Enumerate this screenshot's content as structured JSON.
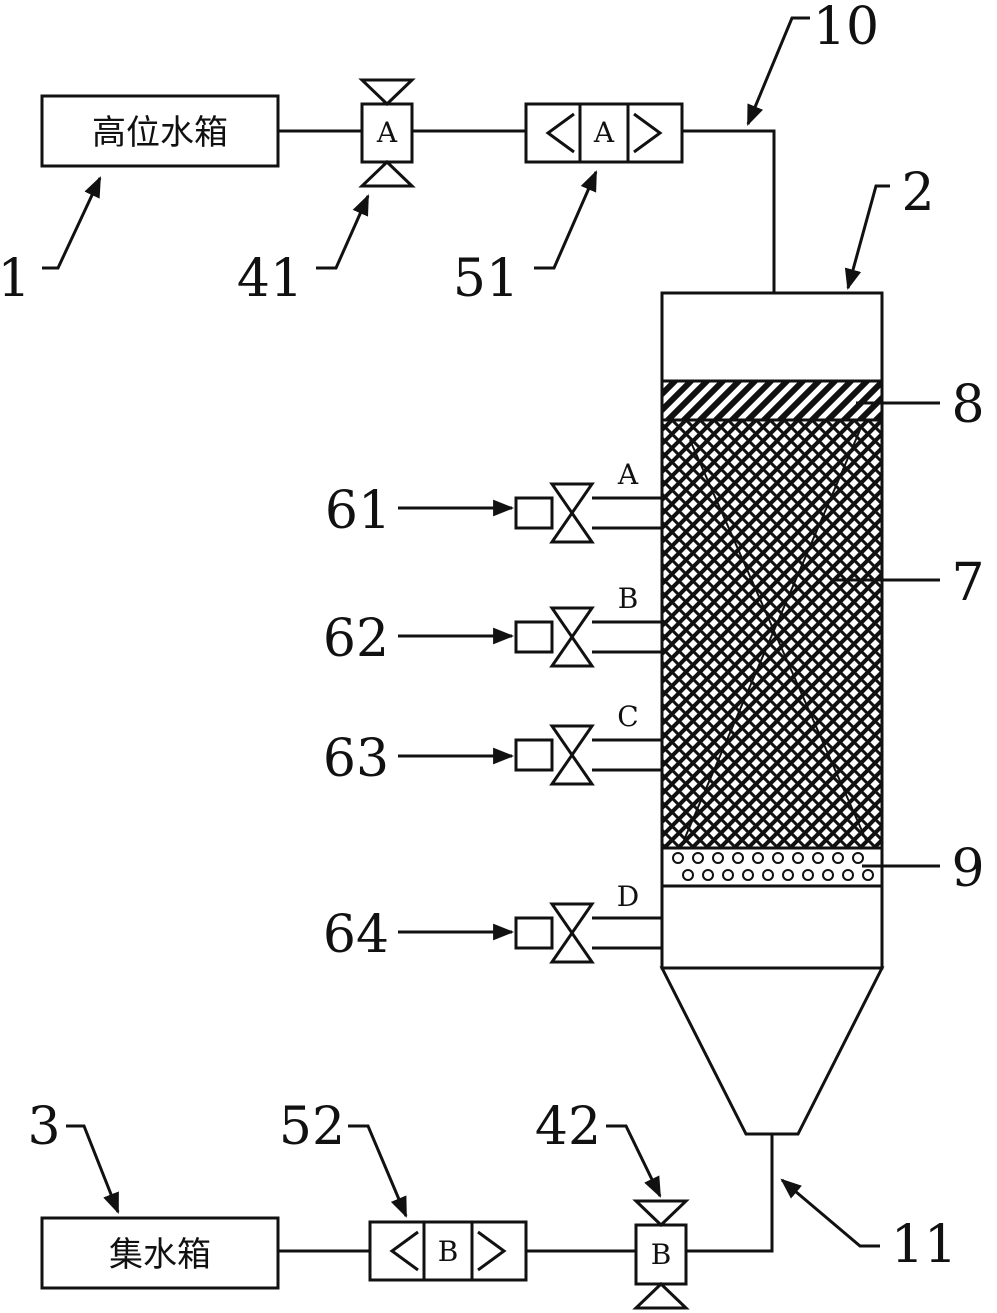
{
  "boxes": {
    "high_tank": "高位水箱",
    "collect_tank": "集水箱"
  },
  "valve_letters": {
    "v41": "A",
    "v42": "B"
  },
  "meter_letters": {
    "m51": "A",
    "m52": "B"
  },
  "port_letters": {
    "p61": "A",
    "p62": "B",
    "p63": "C",
    "p64": "D"
  },
  "labels": {
    "n1": "1",
    "n2": "2",
    "n3": "3",
    "n7": "7",
    "n8": "8",
    "n9": "9",
    "n10": "10",
    "n11": "11",
    "n41": "41",
    "n42": "42",
    "n51": "51",
    "n52": "52",
    "n61": "61",
    "n62": "62",
    "n63": "63",
    "n64": "64"
  }
}
